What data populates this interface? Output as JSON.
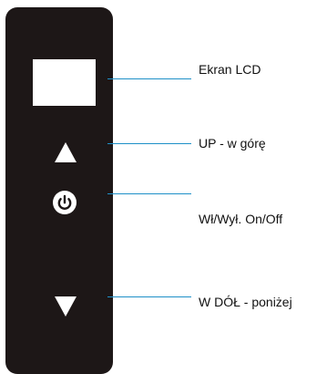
{
  "labels": {
    "lcd": "Ekran LCD",
    "up": "UP - w górę",
    "power": "Wł/Wył. On/Off",
    "down": "W DÓŁ - poniżej"
  },
  "icons": {
    "up": "triangle-up",
    "power": "power-symbol",
    "down": "triangle-down"
  },
  "colors": {
    "panel": "#1d1717",
    "leader_line": "#1e90c8",
    "icon": "#ffffff"
  }
}
